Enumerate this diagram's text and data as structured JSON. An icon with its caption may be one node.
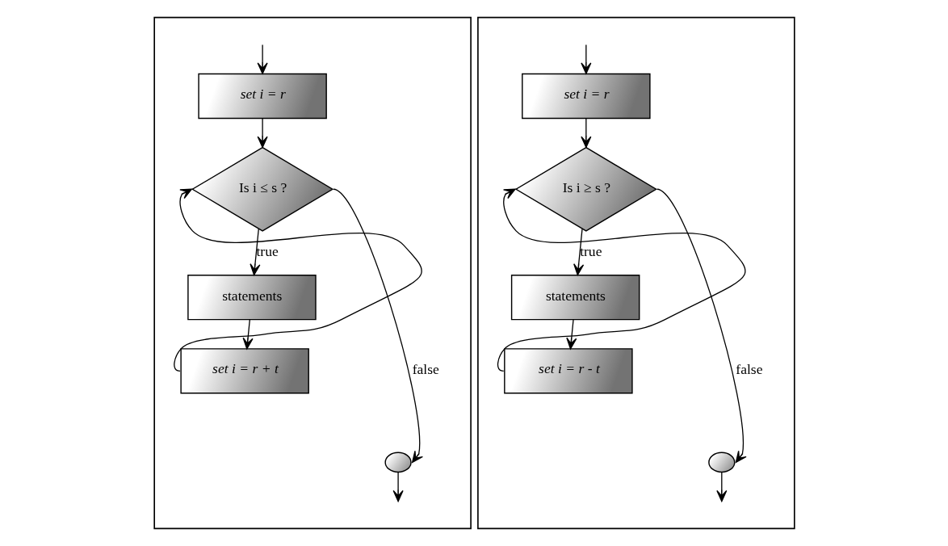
{
  "diagram": {
    "nodes": [
      {
        "text": [],
        "shape": "page"
      },
      {
        "text": [
          "*set i = r*"
        ],
        "in": 0
      },
      {
        "text": [
          "Is i ≤ s ?"
        ],
        "in": 0
      },
      {
        "text": [
          "statements"
        ],
        "in": 0
      },
      {
        "text": [
          "*set i = r + t*"
        ],
        "in": 0
      },
      {
        "text": [],
        "shape": "circle",
        "in": 0
      },
      {
        "text": [],
        "shape": "page"
      },
      {
        "text": [
          "*set i = r*"
        ],
        "in": 6
      },
      {
        "text": [
          "Is i ≥ s ?"
        ],
        "in": 6
      },
      {
        "text": [
          "statements"
        ],
        "in": 6
      },
      {
        "text": [
          "*set i = r - t*"
        ],
        "in": 6
      },
      {
        "text": [],
        "shape": "circle",
        "in": 6
      }
    ],
    "edges": [
      {
        "from": null,
        "to": 1,
        "arrow": "to"
      },
      {
        "from": 1,
        "to": 2,
        "arrow": "to"
      },
      {
        "from": 2,
        "to": 3,
        "label": "true",
        "arrow": "to"
      },
      {
        "from": 3,
        "to": 4,
        "arrow": "to"
      },
      {
        "from": 4,
        "to": 2,
        "arrow": "to"
      },
      {
        "from": 2,
        "to": 5,
        "label": "false",
        "arrow": "to"
      },
      {
        "from": 5,
        "to": null,
        "arrow": "to"
      },
      {
        "from": null,
        "to": 7,
        "arrow": "to"
      },
      {
        "from": 7,
        "to": 8,
        "arrow": "to"
      },
      {
        "from": 8,
        "to": 9,
        "label": "true",
        "arrow": "to"
      },
      {
        "from": 9,
        "to": 10,
        "arrow": "to"
      },
      {
        "from": 10,
        "to": 8,
        "arrow": "to"
      },
      {
        "from": 8,
        "to": 11,
        "label": "false",
        "arrow": "to"
      },
      {
        "from": 11,
        "to": null,
        "arrow": "to"
      }
    ]
  }
}
